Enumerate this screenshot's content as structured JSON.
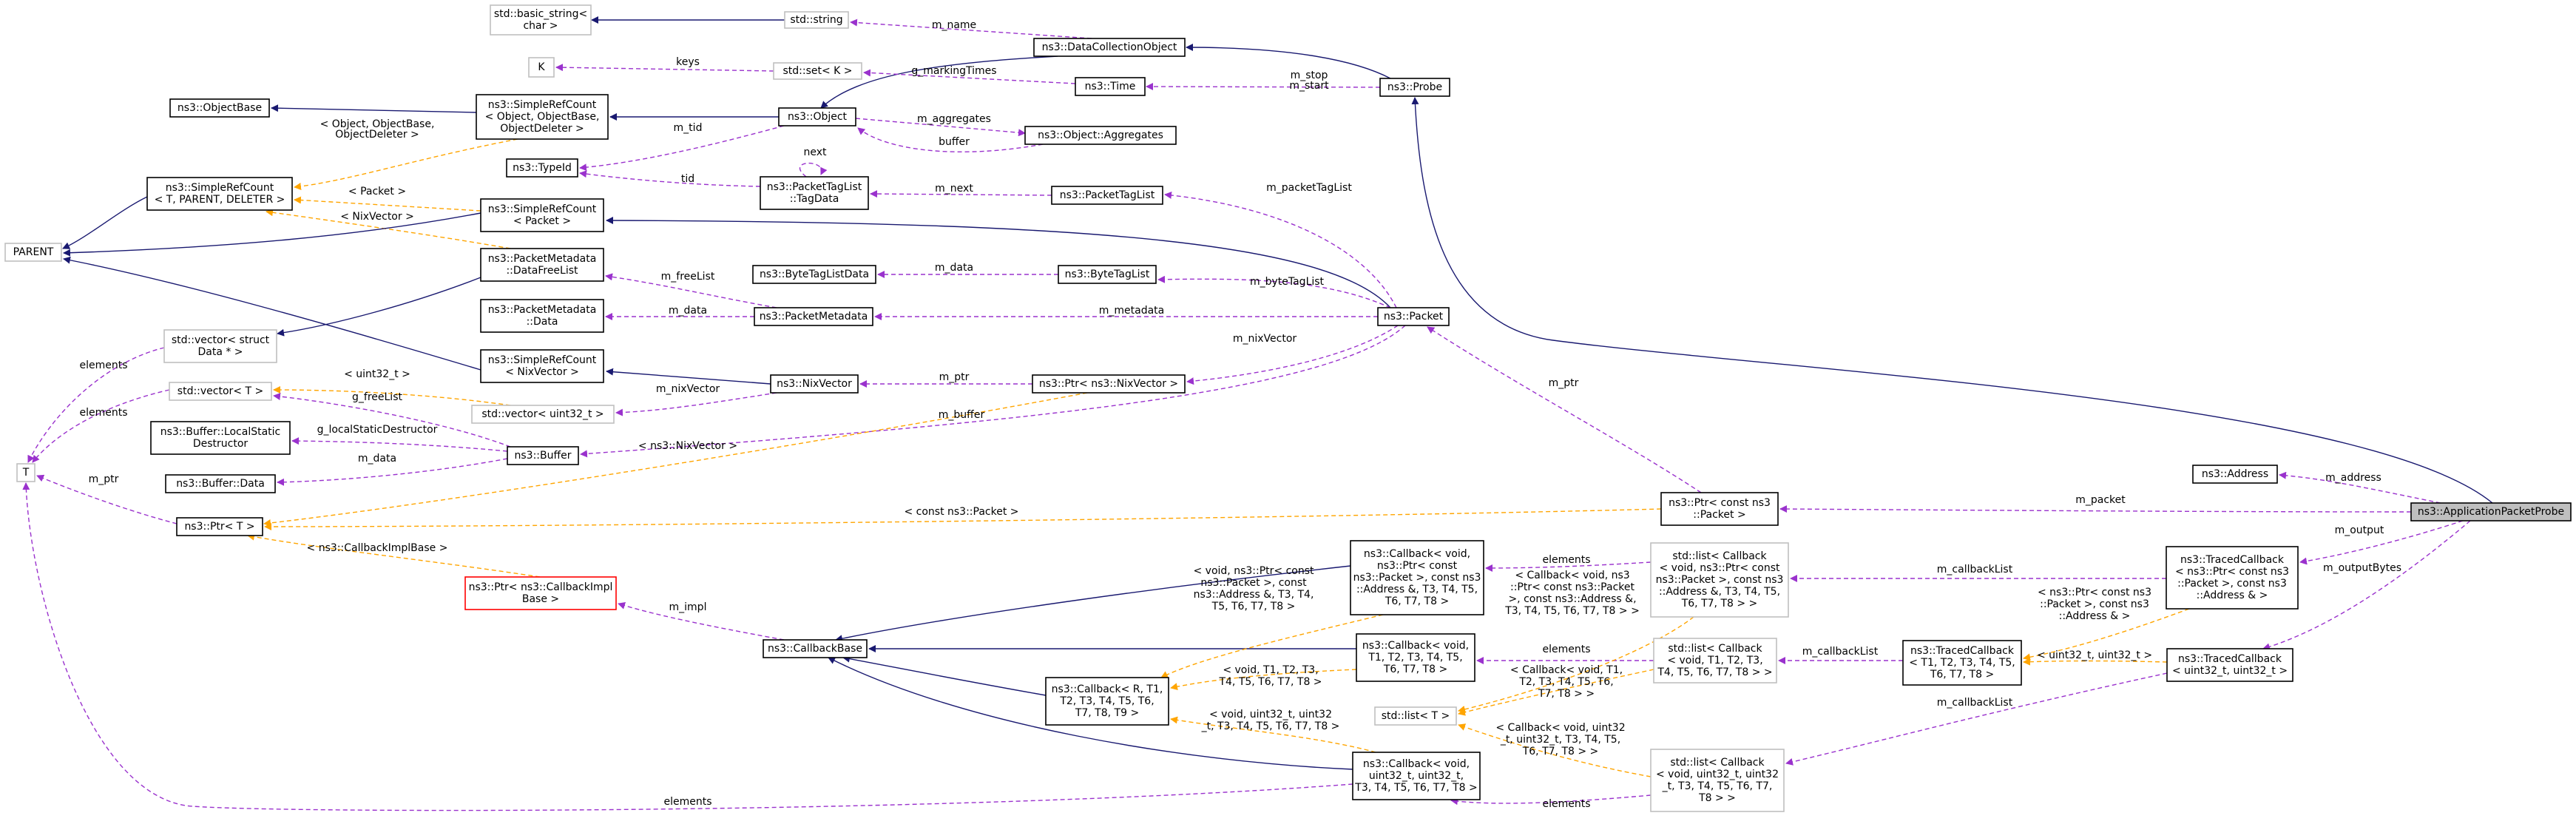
{
  "colors": {
    "inherit": "#191970",
    "usage": "#9a32cd",
    "template": "#ffa500",
    "box_border": "#000000",
    "box_border_external": "#bfbfbf",
    "box_border_truncated": "#ff0000",
    "highlight_fill": "#bfbfbf",
    "box_fill": "#ffffff"
  },
  "nodes": [
    {
      "id": "basic_string",
      "lines": [
        "std::basic_string<",
        "char >"
      ],
      "style": "external"
    },
    {
      "id": "std_string",
      "lines": [
        "std::string"
      ],
      "style": "external"
    },
    {
      "id": "K",
      "lines": [
        "K"
      ],
      "style": "external"
    },
    {
      "id": "set_K",
      "lines": [
        "std::set< K >"
      ],
      "style": "external"
    },
    {
      "id": "DataCollectionObject",
      "lines": [
        "ns3::DataCollectionObject"
      ],
      "style": "normal"
    },
    {
      "id": "Time",
      "lines": [
        "ns3::Time"
      ],
      "style": "normal"
    },
    {
      "id": "Probe",
      "lines": [
        "ns3::Probe"
      ],
      "style": "normal"
    },
    {
      "id": "ObjectBase",
      "lines": [
        "ns3::ObjectBase"
      ],
      "style": "normal"
    },
    {
      "id": "SRC_Object",
      "lines": [
        "ns3::SimpleRefCount",
        "< Object, ObjectBase,",
        "ObjectDeleter >"
      ],
      "style": "normal"
    },
    {
      "id": "Object",
      "lines": [
        "ns3::Object"
      ],
      "style": "normal"
    },
    {
      "id": "Aggregates",
      "lines": [
        "ns3::Object::Aggregates"
      ],
      "style": "normal"
    },
    {
      "id": "TypeId",
      "lines": [
        "ns3::TypeId"
      ],
      "style": "normal"
    },
    {
      "id": "SRC_T",
      "lines": [
        "ns3::SimpleRefCount",
        "< T, PARENT, DELETER >"
      ],
      "style": "normal"
    },
    {
      "id": "TagData",
      "lines": [
        "ns3::PacketTagList",
        "::TagData"
      ],
      "style": "normal"
    },
    {
      "id": "PacketTagList",
      "lines": [
        "ns3::PacketTagList"
      ],
      "style": "normal"
    },
    {
      "id": "SRC_Packet",
      "lines": [
        "ns3::SimpleRefCount",
        "< Packet >"
      ],
      "style": "normal"
    },
    {
      "id": "PARENT",
      "lines": [
        "PARENT"
      ],
      "style": "external"
    },
    {
      "id": "DataFreeList",
      "lines": [
        "ns3::PacketMetadata",
        "::DataFreeList"
      ],
      "style": "normal"
    },
    {
      "id": "ByteTagListData",
      "lines": [
        "ns3::ByteTagListData"
      ],
      "style": "normal"
    },
    {
      "id": "ByteTagList",
      "lines": [
        "ns3::ByteTagList"
      ],
      "style": "normal"
    },
    {
      "id": "PM_Data",
      "lines": [
        "ns3::PacketMetadata",
        "::Data"
      ],
      "style": "normal"
    },
    {
      "id": "PacketMetadata",
      "lines": [
        "ns3::PacketMetadata"
      ],
      "style": "normal"
    },
    {
      "id": "Packet",
      "lines": [
        "ns3::Packet"
      ],
      "style": "normal"
    },
    {
      "id": "vec_struct",
      "lines": [
        "std::vector< struct",
        "Data * >"
      ],
      "style": "external"
    },
    {
      "id": "SRC_NixVector",
      "lines": [
        "ns3::SimpleRefCount",
        "< NixVector >"
      ],
      "style": "normal"
    },
    {
      "id": "vec_T",
      "lines": [
        "std::vector< T >"
      ],
      "style": "external"
    },
    {
      "id": "NixVector",
      "lines": [
        "ns3::NixVector"
      ],
      "style": "normal"
    },
    {
      "id": "Ptr_NixVector",
      "lines": [
        "ns3::Ptr< ns3::NixVector >"
      ],
      "style": "normal"
    },
    {
      "id": "vec_uint32",
      "lines": [
        "std::vector< uint32_t >"
      ],
      "style": "external"
    },
    {
      "id": "LocalStaticDestructor",
      "lines": [
        "ns3::Buffer::LocalStatic",
        "Destructor"
      ],
      "style": "normal"
    },
    {
      "id": "Buffer",
      "lines": [
        "ns3::Buffer"
      ],
      "style": "normal"
    },
    {
      "id": "T",
      "lines": [
        "T"
      ],
      "style": "external"
    },
    {
      "id": "Buffer_Data",
      "lines": [
        "ns3::Buffer::Data"
      ],
      "style": "normal"
    },
    {
      "id": "Address",
      "lines": [
        "ns3::Address"
      ],
      "style": "normal"
    },
    {
      "id": "Ptr_T",
      "lines": [
        "ns3::Ptr< T >"
      ],
      "style": "normal"
    },
    {
      "id": "Ptr_const_Packet",
      "lines": [
        "ns3::Ptr< const ns3",
        "::Packet >"
      ],
      "style": "normal"
    },
    {
      "id": "AppPacketProbe",
      "lines": [
        "ns3::ApplicationPacketProbe"
      ],
      "style": "highlight"
    },
    {
      "id": "Ptr_CallbackImpl",
      "lines": [
        "ns3::Ptr< ns3::CallbackImpl",
        "Base >"
      ],
      "style": "truncated"
    },
    {
      "id": "Callback_Packet_Address",
      "lines": [
        "ns3::Callback< void,",
        "ns3::Ptr< const",
        "ns3::Packet >, const ns3",
        "::Address &, T3, T4, T5,",
        "T6, T7, T8 >"
      ],
      "style": "normal"
    },
    {
      "id": "list_Callback_Packet",
      "lines": [
        "std::list< Callback",
        "< void, ns3::Ptr< const",
        "ns3::Packet >, const ns3",
        "::Address &, T3, T4, T5,",
        "T6, T7, T8 > >"
      ],
      "style": "external"
    },
    {
      "id": "TracedCallback_Packet",
      "lines": [
        "ns3::TracedCallback",
        "< ns3::Ptr< const ns3",
        "::Packet >, const ns3",
        "::Address & >"
      ],
      "style": "normal"
    },
    {
      "id": "CallbackBase",
      "lines": [
        "ns3::CallbackBase"
      ],
      "style": "normal"
    },
    {
      "id": "Callback_void_T1",
      "lines": [
        "ns3::Callback< void,",
        "T1, T2, T3, T4, T5,",
        "T6, T7, T8 >"
      ],
      "style": "normal"
    },
    {
      "id": "list_Callback_T1",
      "lines": [
        "std::list< Callback",
        "< void, T1, T2, T3,",
        "T4, T5, T6, T7, T8 > >"
      ],
      "style": "external"
    },
    {
      "id": "TracedCallback_T1",
      "lines": [
        "ns3::TracedCallback",
        "< T1, T2, T3, T4, T5,",
        "T6, T7, T8 >"
      ],
      "style": "normal"
    },
    {
      "id": "Callback_R",
      "lines": [
        "ns3::Callback< R, T1,",
        "T2, T3, T4, T5, T6,",
        "T7, T8, T9 >"
      ],
      "style": "normal"
    },
    {
      "id": "TracedCallback_uint32",
      "lines": [
        "ns3::TracedCallback",
        "< uint32_t, uint32_t >"
      ],
      "style": "normal"
    },
    {
      "id": "list_T",
      "lines": [
        "std::list< T >"
      ],
      "style": "external"
    },
    {
      "id": "Callback_uint32",
      "lines": [
        "ns3::Callback< void,",
        "uint32_t, uint32_t,",
        "T3, T4, T5, T6, T7, T8 >"
      ],
      "style": "normal"
    },
    {
      "id": "list_Callback_uint32",
      "lines": [
        "std::list< Callback",
        "< void, uint32_t, uint32",
        "_t, T3, T4, T5, T6, T7,",
        "T8 > >"
      ],
      "style": "external"
    }
  ],
  "edges": [
    {
      "id": "e-basicstring-string",
      "kind": "inherit",
      "lines": []
    },
    {
      "id": "e-string-dco",
      "kind": "usage",
      "lines": [
        "m_name"
      ]
    },
    {
      "id": "e-dco-object",
      "kind": "inherit",
      "lines": []
    },
    {
      "id": "e-dco-probe",
      "kind": "inherit",
      "lines": []
    },
    {
      "id": "e-K-set",
      "kind": "usage",
      "lines": [
        "keys"
      ]
    },
    {
      "id": "e-set-time",
      "kind": "usage",
      "lines": [
        "g_markingTimes"
      ]
    },
    {
      "id": "e-time-probe",
      "kind": "usage",
      "lines": [
        "m_stop",
        "m_start"
      ]
    },
    {
      "id": "e-objectbase-src",
      "kind": "inherit",
      "lines": []
    },
    {
      "id": "e-src-object",
      "kind": "inherit",
      "lines": []
    },
    {
      "id": "e-object-aggregates",
      "kind": "usage",
      "lines": [
        "m_aggregates"
      ]
    },
    {
      "id": "e-aggregates-object",
      "kind": "usage",
      "lines": [
        "buffer"
      ]
    },
    {
      "id": "e-typeid-object",
      "kind": "usage",
      "lines": [
        "m_tid"
      ]
    },
    {
      "id": "e-srcT-srcObject",
      "kind": "template",
      "lines": [
        "< Object, ObjectBase,",
        "ObjectDeleter >"
      ]
    },
    {
      "id": "e-typeid-tagdata",
      "kind": "usage",
      "lines": [
        "tid"
      ]
    },
    {
      "id": "e-tagdata-self",
      "kind": "usage",
      "lines": [
        "next"
      ]
    },
    {
      "id": "e-tagdata-ptl",
      "kind": "usage",
      "lines": [
        "m_next"
      ]
    },
    {
      "id": "e-ptl-packet",
      "kind": "usage",
      "lines": [
        "m_packetTagList"
      ]
    },
    {
      "id": "e-srcT-srcPacket",
      "kind": "template",
      "lines": [
        "< Packet >"
      ]
    },
    {
      "id": "e-srcT-srcNix",
      "kind": "template",
      "lines": [
        "< NixVector >"
      ]
    },
    {
      "id": "e-parent-srcT",
      "kind": "inherit",
      "lines": []
    },
    {
      "id": "e-srcPacket-packet",
      "kind": "inherit",
      "lines": []
    },
    {
      "id": "e-parent-srcPacket",
      "kind": "inherit",
      "lines": []
    },
    {
      "id": "e-datafreelist-pm",
      "kind": "usage",
      "lines": [
        "m_freeList"
      ]
    },
    {
      "id": "e-vecstruct-datafreelist",
      "kind": "inherit",
      "lines": []
    },
    {
      "id": "e-btld-btl",
      "kind": "usage",
      "lines": [
        "m_data"
      ]
    },
    {
      "id": "e-btl-packet",
      "kind": "usage",
      "lines": [
        "m_byteTagList"
      ]
    },
    {
      "id": "e-pmdata-pm",
      "kind": "usage",
      "lines": [
        "m_data"
      ]
    },
    {
      "id": "e-pm-packet",
      "kind": "usage",
      "lines": [
        "m_metadata"
      ]
    },
    {
      "id": "e-parent-srcNix",
      "kind": "inherit",
      "lines": []
    },
    {
      "id": "e-srcNix-nix",
      "kind": "inherit",
      "lines": []
    },
    {
      "id": "e-nix-ptrnix",
      "kind": "usage",
      "lines": [
        "m_ptr"
      ]
    },
    {
      "id": "e-ptrnix-packet",
      "kind": "usage",
      "lines": [
        "m_nixVector"
      ]
    },
    {
      "id": "e-vecuint-nix",
      "kind": "usage",
      "lines": [
        "m_nixVector"
      ]
    },
    {
      "id": "e-vecT-vecuint",
      "kind": "template",
      "lines": [
        "< uint32_t >"
      ]
    },
    {
      "id": "e-vecT-buffer",
      "kind": "usage",
      "lines": [
        "g_freeList"
      ]
    },
    {
      "id": "e-lsd-buffer",
      "kind": "usage",
      "lines": [
        "g_localStaticDestructor"
      ]
    },
    {
      "id": "e-bufdata-buffer",
      "kind": "usage",
      "lines": [
        "m_data"
      ]
    },
    {
      "id": "e-buffer-packet",
      "kind": "usage",
      "lines": [
        "m_buffer"
      ]
    },
    {
      "id": "e-T-vecstruct",
      "kind": "usage",
      "lines": [
        "elements"
      ]
    },
    {
      "id": "e-T-vecT",
      "kind": "usage",
      "lines": [
        "elements"
      ]
    },
    {
      "id": "e-T-ptrT",
      "kind": "usage",
      "lines": [
        "m_ptr"
      ]
    },
    {
      "id": "e-ptrT-ptrnix",
      "kind": "template",
      "lines": [
        "< ns3::NixVector >"
      ]
    },
    {
      "id": "e-ptrT-ptrconstpacket",
      "kind": "template",
      "lines": [
        "< const ns3::Packet >"
      ]
    },
    {
      "id": "e-ptrT-ptrcallbackimpl",
      "kind": "template",
      "lines": [
        "< ns3::CallbackImplBase >"
      ]
    },
    {
      "id": "e-packet-ptrconstpacket",
      "kind": "usage",
      "lines": [
        "m_ptr"
      ]
    },
    {
      "id": "e-ptrconstpacket-app",
      "kind": "usage",
      "lines": [
        "m_packet"
      ]
    },
    {
      "id": "e-probe-app",
      "kind": "inherit",
      "lines": []
    },
    {
      "id": "e-address-app",
      "kind": "usage",
      "lines": [
        "m_address"
      ]
    },
    {
      "id": "e-tcpacket-app",
      "kind": "usage",
      "lines": [
        "m_output"
      ]
    },
    {
      "id": "e-tcuint-app",
      "kind": "usage",
      "lines": [
        "m_outputBytes"
      ]
    },
    {
      "id": "e-ptrcallbackimpl-cbbase",
      "kind": "usage",
      "lines": [
        "m_impl"
      ]
    },
    {
      "id": "e-cbbase-cbpacket",
      "kind": "inherit",
      "lines": []
    },
    {
      "id": "e-cbbase-cbvoid",
      "kind": "inherit",
      "lines": []
    },
    {
      "id": "e-cbbase-cbR",
      "kind": "inherit",
      "lines": []
    },
    {
      "id": "e-cbbase-cbuint",
      "kind": "inherit",
      "lines": []
    },
    {
      "id": "e-cbR-cbpacket",
      "kind": "template",
      "lines": [
        "< void, ns3::Ptr< const",
        "ns3::Packet >, const",
        "ns3::Address &, T3, T4,",
        "T5, T6, T7, T8 >"
      ]
    },
    {
      "id": "e-cbR-cbvoid",
      "kind": "template",
      "lines": [
        "< void, T1, T2, T3,",
        "T4, T5, T6, T7, T8 >"
      ]
    },
    {
      "id": "e-cbR-cbuint",
      "kind": "template",
      "lines": [
        "< void, uint32_t, uint32",
        "_t, T3, T4, T5, T6, T7, T8 >"
      ]
    },
    {
      "id": "e-cbpacket-listpacket",
      "kind": "usage",
      "lines": [
        "elements"
      ]
    },
    {
      "id": "e-cbvoid-listT1",
      "kind": "usage",
      "lines": [
        "elements"
      ]
    },
    {
      "id": "e-cbuint-listuint",
      "kind": "usage",
      "lines": [
        "elements"
      ]
    },
    {
      "id": "e-listpacket-tcpacket",
      "kind": "usage",
      "lines": [
        "m_callbackList"
      ]
    },
    {
      "id": "e-listT1-tcT1",
      "kind": "usage",
      "lines": [
        "m_callbackList"
      ]
    },
    {
      "id": "e-listuint-tcuint",
      "kind": "usage",
      "lines": [
        "m_callbackList"
      ]
    },
    {
      "id": "e-listT-listpacket",
      "kind": "template",
      "lines": [
        "< Callback< void, ns3",
        "::Ptr< const ns3::Packet",
        ">, const ns3::Address &,",
        "T3, T4, T5, T6, T7, T8 > >"
      ]
    },
    {
      "id": "e-listT-listT1",
      "kind": "template",
      "lines": [
        "< Callback< void, T1,",
        "T2, T3, T4, T5, T6,",
        "T7, T8 > >"
      ]
    },
    {
      "id": "e-listT-listuint",
      "kind": "template",
      "lines": [
        "< Callback< void, uint32",
        "_t, uint32_t, T3, T4, T5,",
        "T6, T7, T8 > >"
      ]
    },
    {
      "id": "e-tcT1-tcpacket",
      "kind": "template",
      "lines": [
        "< ns3::Ptr< const ns3",
        "::Packet >, const ns3",
        "::Address & >"
      ]
    },
    {
      "id": "e-tcT1-tcuint",
      "kind": "template",
      "lines": [
        "< uint32_t, uint32_t >"
      ]
    },
    {
      "id": "e-T-cbuint",
      "kind": "usage",
      "lines": [
        "elements"
      ]
    }
  ]
}
